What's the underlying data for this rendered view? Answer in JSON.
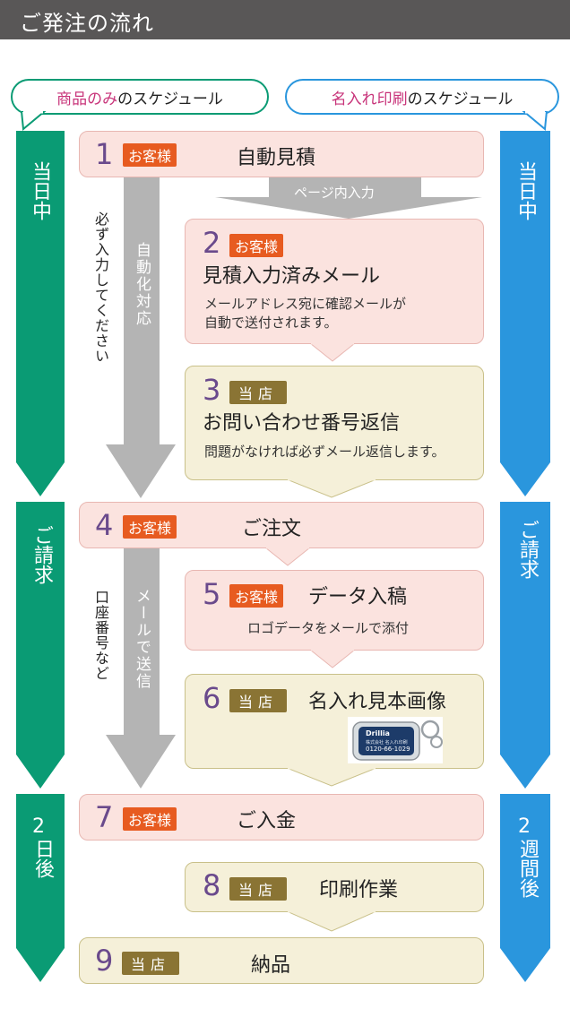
{
  "header": {
    "title": "ご発注の流れ"
  },
  "bubbles": {
    "left": {
      "highlight": "商品のみ",
      "rest": "のスケジュール"
    },
    "right": {
      "highlight": "名入れ印刷",
      "rest": "のスケジュール"
    }
  },
  "side": {
    "left": [
      "当日中",
      "ご請求",
      "2日後"
    ],
    "right": [
      "当日中",
      "ご請求",
      "2週間後"
    ],
    "left_2_num": "2",
    "left_2_text": "日後",
    "right_2_num": "2",
    "right_2_text": "週間後"
  },
  "notes": {
    "required": "必ず入力してください",
    "auto": "自動化対応",
    "page_input": "ページ内入力",
    "account": "口座番号など",
    "mail_send": "メールで送信"
  },
  "badges": {
    "customer": "お客様",
    "shop": "当店"
  },
  "steps": [
    {
      "num": "1",
      "title": "自動見積"
    },
    {
      "num": "2",
      "title": "見積入力済みメール",
      "desc1": "メールアドレス宛に確認メールが",
      "desc2": "自動で送付されます。"
    },
    {
      "num": "3",
      "title": "お問い合わせ番号返信",
      "desc1": "問題がなければ必ずメール返信します。"
    },
    {
      "num": "4",
      "title": "ご注文"
    },
    {
      "num": "5",
      "title": "データ入稿",
      "desc1": "ロゴデータをメールで添付"
    },
    {
      "num": "6",
      "title": "名入れ見本画像",
      "sample_brand": "Drillia",
      "sample_line1": "株式会社 名入れ印刷",
      "sample_phone": "0120-66-1029"
    },
    {
      "num": "7",
      "title": "ご入金"
    },
    {
      "num": "8",
      "title": "印刷作業"
    },
    {
      "num": "9",
      "title": "納品"
    }
  ],
  "colors": {
    "green": "#0a9b74",
    "blue": "#2a96dd",
    "orange": "#e75b20",
    "olive": "#8a7434"
  }
}
